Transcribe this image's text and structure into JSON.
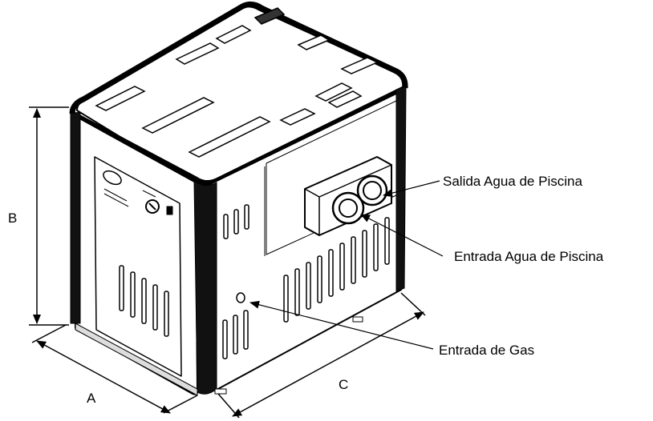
{
  "labels": {
    "outlet": "Salida Agua de Piscina",
    "inlet": "Entrada Agua de Piscina",
    "gas": "Entrada de Gas"
  },
  "dimensions": {
    "a": "A",
    "b": "B",
    "c": "C"
  }
}
